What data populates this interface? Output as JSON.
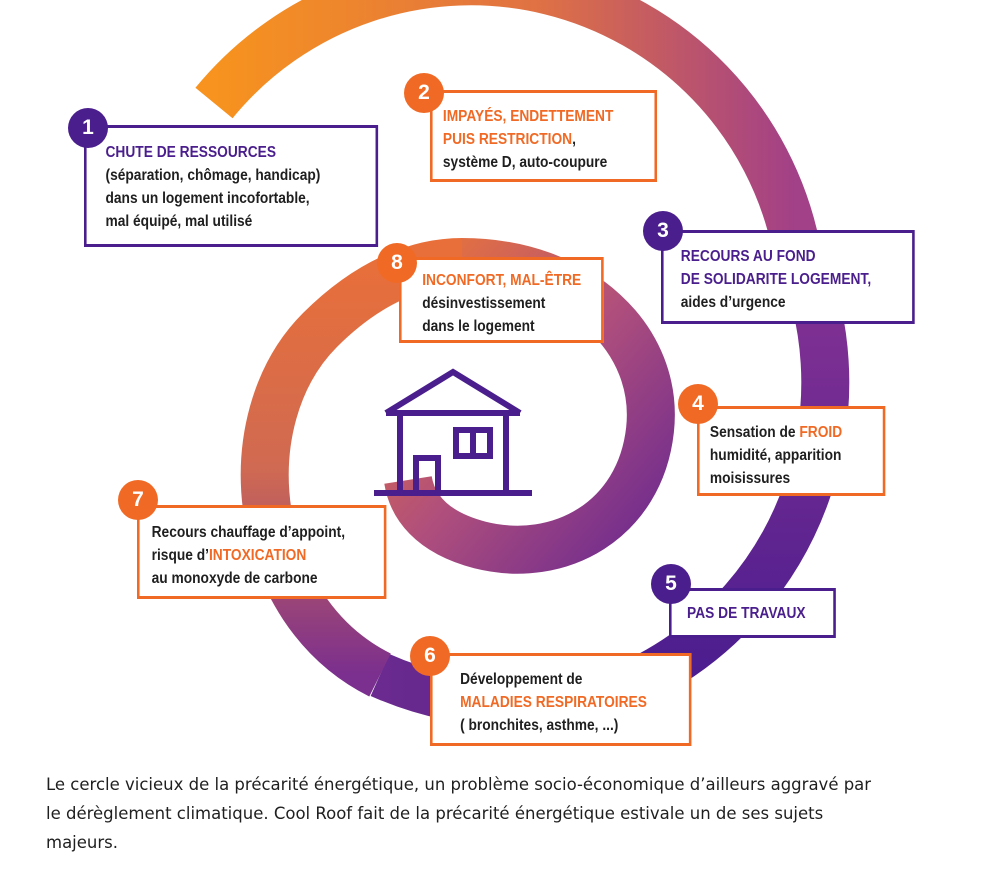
{
  "diagram": {
    "steps": [
      {
        "number": "1",
        "color": "purple",
        "lines": [
          [
            {
              "text": "CHUTE DE RESSOURCES",
              "hl": "purple"
            }
          ],
          [
            {
              "text": "(séparation, chômage, handicap)"
            }
          ],
          [
            {
              "text": "dans un logement incofortable,"
            }
          ],
          [
            {
              "text": "mal équipé, mal utilisé"
            }
          ]
        ]
      },
      {
        "number": "2",
        "color": "orange",
        "lines": [
          [
            {
              "text": "IMPAYÉS, ENDETTEMENT",
              "hl": "orange"
            }
          ],
          [
            {
              "text": "PUIS RESTRICTION",
              "hl": "orange"
            },
            {
              "text": ","
            }
          ],
          [
            {
              "text": "système D, auto-coupure"
            }
          ]
        ]
      },
      {
        "number": "3",
        "color": "purple",
        "lines": [
          [
            {
              "text": "RECOURS AU FOND",
              "hl": "purple"
            }
          ],
          [
            {
              "text": "DE SOLIDARITE LOGEMENT,",
              "hl": "purple"
            }
          ],
          [
            {
              "text": "aides d’urgence"
            }
          ]
        ]
      },
      {
        "number": "4",
        "color": "orange",
        "lines": [
          [
            {
              "text": "Sensation de "
            },
            {
              "text": "FROID",
              "hl": "orange"
            }
          ],
          [
            {
              "text": "humidité, apparition"
            }
          ],
          [
            {
              "text": "moisissures"
            }
          ]
        ]
      },
      {
        "number": "5",
        "color": "purple",
        "lines": [
          [
            {
              "text": "PAS DE TRAVAUX",
              "hl": "purple"
            }
          ]
        ]
      },
      {
        "number": "6",
        "color": "orange",
        "lines": [
          [
            {
              "text": "Développement de"
            }
          ],
          [
            {
              "text": "MALADIES RESPIRATOIRES",
              "hl": "orange"
            }
          ],
          [
            {
              "text": "( bronchites, asthme, ...)"
            }
          ]
        ]
      },
      {
        "number": "7",
        "color": "orange",
        "lines": [
          [
            {
              "text": "Recours chauffage d’appoint,"
            }
          ],
          [
            {
              "text": "risque d’"
            },
            {
              "text": "INTOXICATION",
              "hl": "orange"
            }
          ],
          [
            {
              "text": "au monoxyde de carbone"
            }
          ]
        ]
      },
      {
        "number": "8",
        "color": "orange",
        "lines": [
          [
            {
              "text": "INCONFORT, MAL-ÊTRE",
              "hl": "orange"
            }
          ],
          [
            {
              "text": "désinvestissement"
            }
          ],
          [
            {
              "text": "dans le logement"
            }
          ]
        ]
      }
    ]
  },
  "caption": {
    "line1": "Le cercle vicieux de la précarité énergétique, un problème socio-économique d’ailleurs aggravé par",
    "line2": "le dérèglement climatique. Cool Roof fait de la précarité énergétique estivale un de ses sujets",
    "line3": "majeurs."
  },
  "colors": {
    "purple": "#4a1e8c",
    "orange": "#f06a25",
    "ring_start": "#f7931e",
    "ring_mid": "#c0547a",
    "ring_end": "#4b1d8f"
  },
  "icons": {
    "center": "house-icon"
  }
}
